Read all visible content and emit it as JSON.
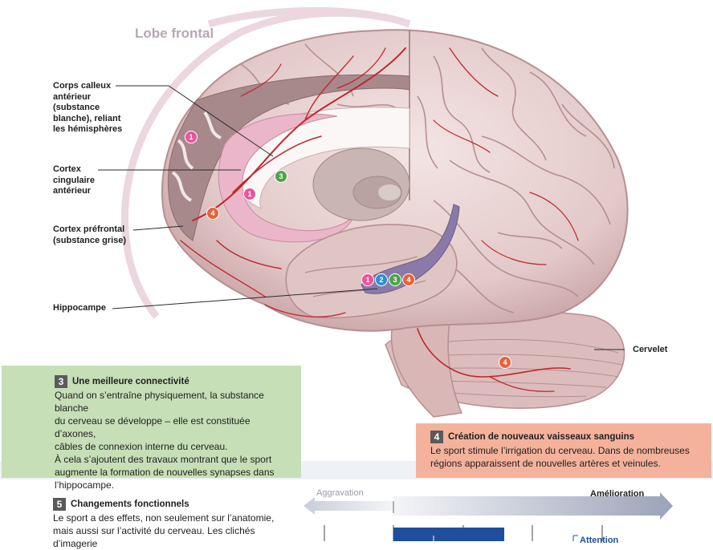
{
  "diagram": {
    "lobe_title": "Lobe frontal",
    "labels": {
      "corps_calleux": "Corps calleux\nantérieur\n(substance\nblanche), reliant\nles hémisphères",
      "cortex_cingulaire": "Cortex\ncingulaire\nantérieur",
      "cortex_prefrontal": "Cortex préfrontal\n(substance grise)",
      "hippocampe": "Hippocampe",
      "cervelet": "Cervelet"
    },
    "markers": {
      "m1": "1",
      "m2": "2",
      "m3": "3",
      "m4": "4"
    },
    "colors": {
      "marker_1": "#e8559b",
      "marker_2": "#2e8fd0",
      "marker_3": "#4fa34a",
      "marker_4": "#e2653c"
    }
  },
  "box3": {
    "number": "3",
    "title": "Une meilleure connectivité",
    "lines": [
      "Quand on s’entraîne physiquement, la substance blanche",
      "du cerveau se développe – elle est constituée d’axones,",
      "câbles de connexion interne du cerveau.",
      "À cela s’ajoutent des travaux montrant que le sport",
      "augmente la formation de nouvelles synapses dans",
      "l’hippocampe."
    ],
    "color": "#c6dfb6"
  },
  "box4": {
    "number": "4",
    "title": "Création de nouveaux vaisseaux sanguins",
    "lines": [
      "Le sport stimule l’irrigation du cerveau. Dans de nombreuses",
      "régions apparaissent de nouvelles artères et veinules."
    ],
    "color": "#f4b29c"
  },
  "box5": {
    "number": "5",
    "title": "Changements fonctionnels",
    "lines": [
      "Le sport a des effets, non seulement sur l’anatomie,",
      "mais aussi sur l’activité du cerveau. Les clichés d’imagerie"
    ]
  },
  "scale": {
    "left_label": "Aggravation",
    "right_label": "Amélioration",
    "bar_label": "Attention",
    "bar_color": "#1f4e9c"
  }
}
